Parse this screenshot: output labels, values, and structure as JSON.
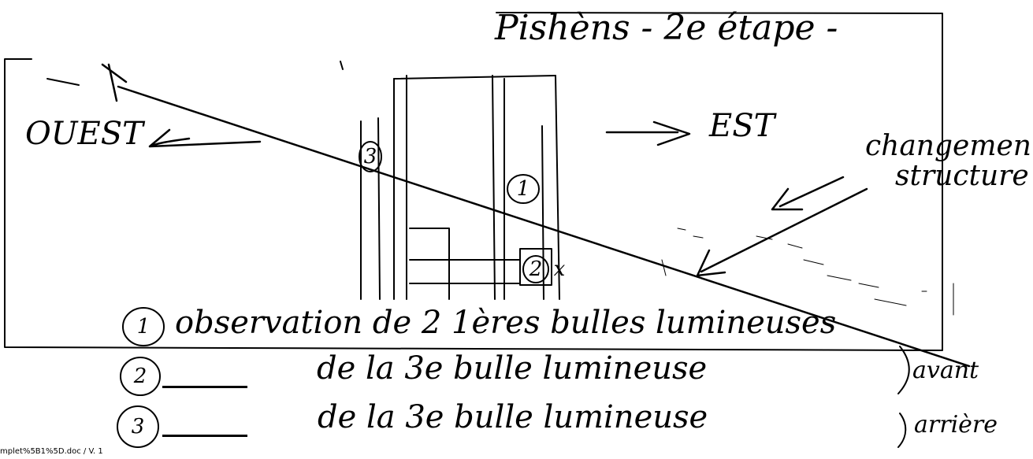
{
  "title": "Pishèns - 2e étape -",
  "directions": {
    "west": "OUEST",
    "east": "EST"
  },
  "annotation": {
    "line1": "changement",
    "line2": "structure"
  },
  "markers": {
    "m1": "1",
    "m2": "2",
    "m3": "3",
    "x_mark": "x"
  },
  "legend": [
    {
      "number": "1",
      "text": "observation de 2 1ères bulles lumineuses"
    },
    {
      "number": "2",
      "text": "de la 3e bulle lumineuse"
    },
    {
      "number": "3",
      "text": "de la 3e bulle lumineuse"
    }
  ],
  "legend_suffix": {
    "avant": "avant",
    "arriere": "arrière"
  },
  "footer": "mplet%5B1%5D.doc / V. 1"
}
